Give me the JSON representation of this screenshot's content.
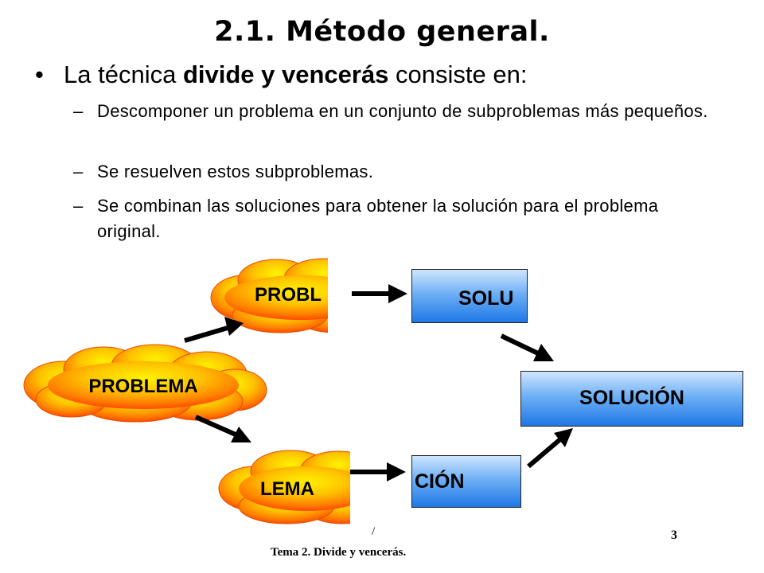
{
  "slide": {
    "title": "2.1. Método general.",
    "bullet": {
      "prefix": "La técnica ",
      "bold": "divide y vencerás",
      "suffix": " consiste en:"
    },
    "subitems": [
      {
        "dash": "–",
        "text": "Descomponer un problema en un conjunto de subproblemas más pequeños."
      },
      {
        "dash": "–",
        "text": "Se resuelven estos subproblemas."
      },
      {
        "dash": "–",
        "text": "Se combinan las soluciones para obtener la solución para el problema original."
      }
    ]
  },
  "diagram": {
    "main_problem": "PROBLEMA",
    "top_subproblem": "PROBL",
    "bottom_subproblem": "LEMA",
    "top_solution": "SOLU",
    "bottom_solution": "CIÓN",
    "final_solution": "SOLUCIÓN",
    "colors": {
      "cloud_outer": "#ff6a00",
      "cloud_inner": "#ffe600",
      "box_light": "#cfe6ff",
      "box_dark": "#1e78e6",
      "arrow": "#000000"
    }
  },
  "footer": {
    "page_number": "3",
    "marker": "/",
    "tema": "Tema 2. Divide y vencerás."
  }
}
